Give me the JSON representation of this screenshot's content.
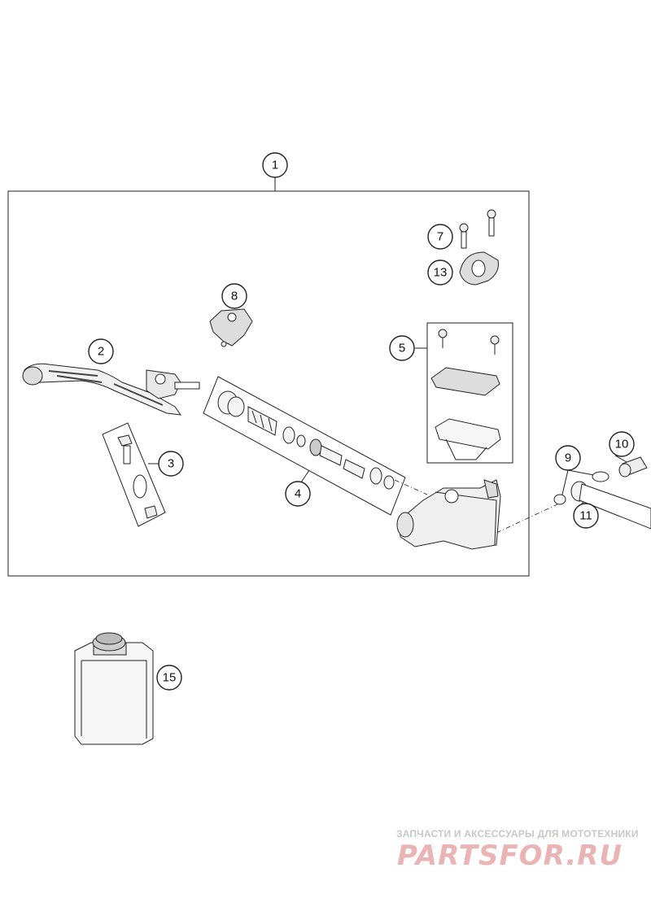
{
  "callouts": {
    "c1": "1",
    "c2": "2",
    "c3": "3",
    "c4": "4",
    "c5": "5",
    "c7": "7",
    "c8": "8",
    "c9": "9",
    "c10": "10",
    "c11": "11",
    "c13": "13",
    "c15": "15"
  },
  "watermark": {
    "tagline": "ЗАПЧАСТИ И АКСЕССУАРЫ ДЛЯ МОТОТЕХНИКИ",
    "logo": "PARTSFOR.RU"
  },
  "colors": {
    "line": "#222222",
    "watermark_text": "#c8c8c8",
    "watermark_logo": "#ebb4b4"
  }
}
